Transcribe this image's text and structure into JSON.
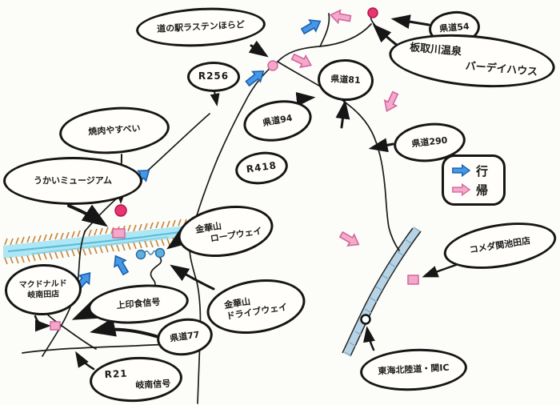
{
  "legend": {
    "go": "行",
    "back": "帰"
  },
  "bubbles": {
    "michinoeki": {
      "label": "道の駅ラステンほらど"
    },
    "r256": {
      "label": "R256"
    },
    "kendo54": {
      "label": "県道54"
    },
    "onsen": {
      "line1": "板取川温泉",
      "line2": "バーデイハウス"
    },
    "kendo94": {
      "label": "県道94"
    },
    "kendo81": {
      "label": "県道81"
    },
    "kendo290": {
      "label": "県道290"
    },
    "r418": {
      "label": "R418"
    },
    "yakiniku": {
      "label": "焼肉やすべい"
    },
    "ukai": {
      "label": "うかいミュージアム"
    },
    "ropeway": {
      "line1": "金華山",
      "line2": "ロープウェイ"
    },
    "mcdonalds": {
      "line1": "マクドナルド",
      "line2": "岐南田店"
    },
    "kamiinjiki": {
      "label": "上印食信号"
    },
    "kendo77": {
      "label": "県道77"
    },
    "driveway": {
      "line1": "金華山",
      "line2": "ドライブウェイ"
    },
    "r21": {
      "line1": "R21",
      "line2": "岐南信号"
    },
    "komeda": {
      "label": "コメダ関池田店"
    },
    "sekiic": {
      "label": "東海北陸道・関IC"
    }
  },
  "colors": {
    "go_arrow": "#4598e8",
    "return_arrow": "#f5aacb",
    "river": "#ade6f4",
    "river_bank": "#c8863c",
    "highway": "#b6d4e6",
    "marker_pink": "#f4a7c9",
    "marker_red": "#e8346f",
    "marker_blue": "#5fb0e0"
  }
}
